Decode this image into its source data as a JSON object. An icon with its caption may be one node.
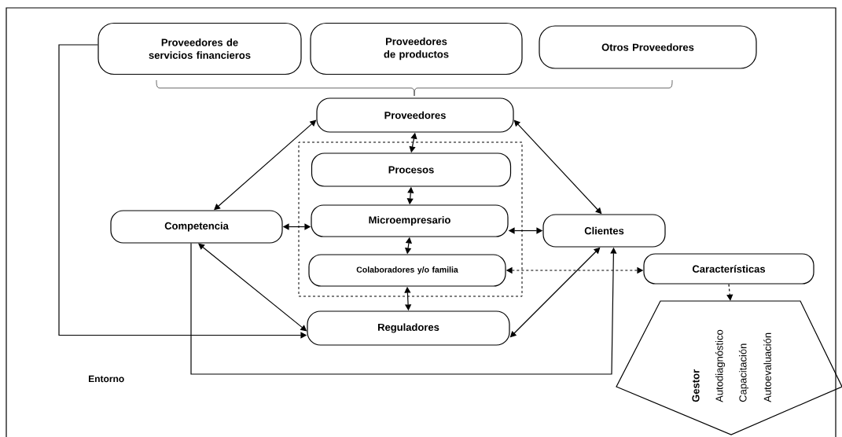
{
  "diagram": {
    "nodes": [
      {
        "text": [
          "Proveedores de servicios financieros"
        ]
      },
      {
        "text": [
          "Proveedores de productos"
        ]
      },
      {
        "text": [
          "Otros Proveedores"
        ]
      },
      {
        "text": [
          "Proveedores"
        ]
      },
      {
        "text": [],
        "shape": "box"
      },
      {
        "text": [
          "Procesos"
        ],
        "in": 4
      },
      {
        "text": [
          "Microempresario"
        ],
        "in": 4
      },
      {
        "text": [
          "Colaboradores y/o familia"
        ],
        "in": 4
      },
      {
        "text": [
          "Competencia"
        ]
      },
      {
        "text": [
          "Clientes"
        ]
      },
      {
        "text": [
          "Características"
        ]
      },
      {
        "text": [
          "Reguladores"
        ]
      },
      {
        "text": [
          "Gestor",
          "Autodiagnóstico",
          "Capacitación",
          "Autoevaluación"
        ]
      }
    ],
    "edges": [
      {
        "from": 0,
        "to": 11,
        "arrow": "to"
      },
      {
        "from": 8,
        "to": 9,
        "arrow": "to"
      },
      {
        "from": 3,
        "to": 5,
        "arrow": "both"
      },
      {
        "from": 5,
        "to": 6,
        "arrow": "both"
      },
      {
        "from": 6,
        "to": 7,
        "arrow": "both"
      },
      {
        "from": 7,
        "to": 11,
        "arrow": "both"
      },
      {
        "from": 8,
        "to": 3,
        "arrow": "both"
      },
      {
        "from": 3,
        "to": 9,
        "arrow": "both"
      },
      {
        "from": 8,
        "to": 6,
        "arrow": "both"
      },
      {
        "from": 6,
        "to": 9,
        "arrow": "both"
      },
      {
        "from": 8,
        "to": 11,
        "arrow": "both"
      },
      {
        "from": 11,
        "to": 9,
        "arrow": "both"
      },
      {
        "from": 7,
        "to": 10,
        "arrow": "both",
        "style": "dashed"
      },
      {
        "from": 10,
        "to": 12,
        "arrow": "to",
        "style": "dashed"
      }
    ],
    "labels": [
      "Entorno"
    ]
  }
}
